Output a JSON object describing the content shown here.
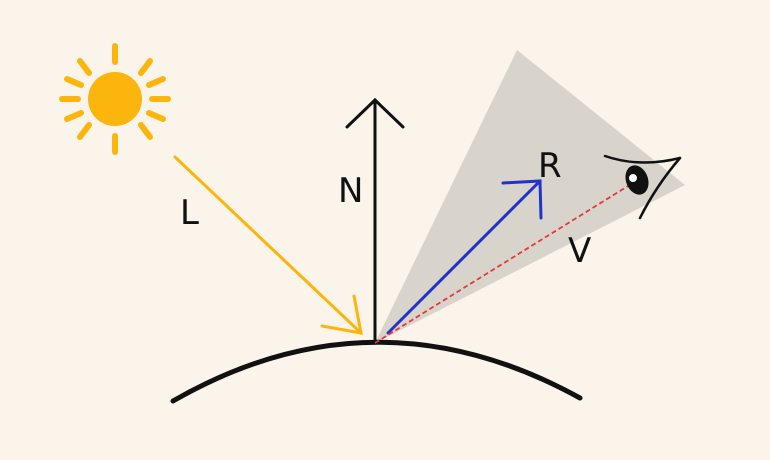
{
  "labels": {
    "light": "L",
    "normal": "N",
    "reflect": "R",
    "view": "V"
  },
  "icons": {
    "light_source": "sun-icon",
    "viewer": "eye-icon"
  },
  "colors": {
    "background": "#faf4ea",
    "sun": "#fbb50d",
    "light_vector": "#fbb50d",
    "normal_vector": "#111111",
    "reflect_vector": "#2233cc",
    "view_vector": "#e23a3a",
    "specular_cone": "#d8d4cc",
    "surface": "#111111"
  }
}
